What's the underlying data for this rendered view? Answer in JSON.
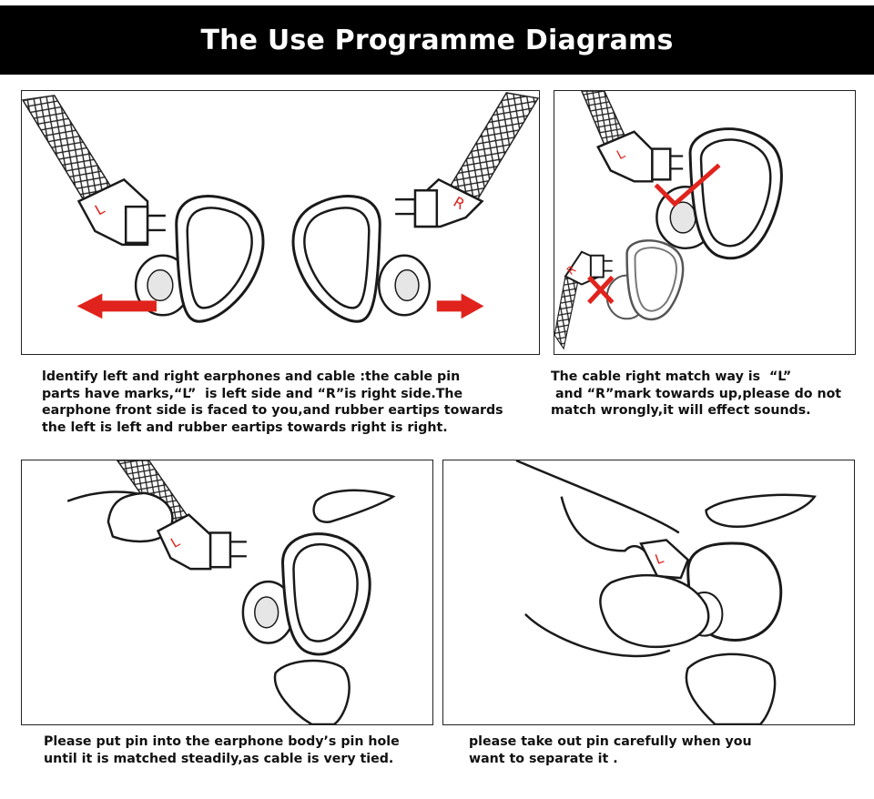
{
  "header": {
    "title": "The Use Programme Diagrams"
  },
  "panels": {
    "identify": {
      "caption_lines": [
        "ldentify left and right earphones and cable :the cable pin",
        "parts have marks,“L”  is left side and “R”is right side.The",
        "earphone front side is faced to you,and rubber eartips towards",
        "the left is left and rubber eartips towards right is right."
      ],
      "left_mark": "L",
      "right_mark": "R"
    },
    "match": {
      "caption_lines": [
        "The cable right match way is  “L”",
        " and “R”mark towards up,please do not",
        "match wrongly,it will effect sounds."
      ],
      "cable_mark": "L",
      "wrong_mark": "R"
    },
    "insert": {
      "caption_lines": [
        "Please put pin into the earphone body’s pin hole",
        "until it is matched steadily,as cable is very tied."
      ],
      "cable_mark": "L"
    },
    "remove": {
      "caption_lines": [
        "please take out pin carefully when you",
        "want to separate it ."
      ],
      "cable_mark": "L"
    }
  },
  "colors": {
    "header_bg": "#000000",
    "header_text": "#ffffff",
    "accent_red": "#e0231c",
    "line": "#1a1a1a"
  },
  "icons": [
    "left-arrow-icon",
    "right-arrow-icon",
    "check-mark-icon",
    "cross-mark-icon"
  ]
}
